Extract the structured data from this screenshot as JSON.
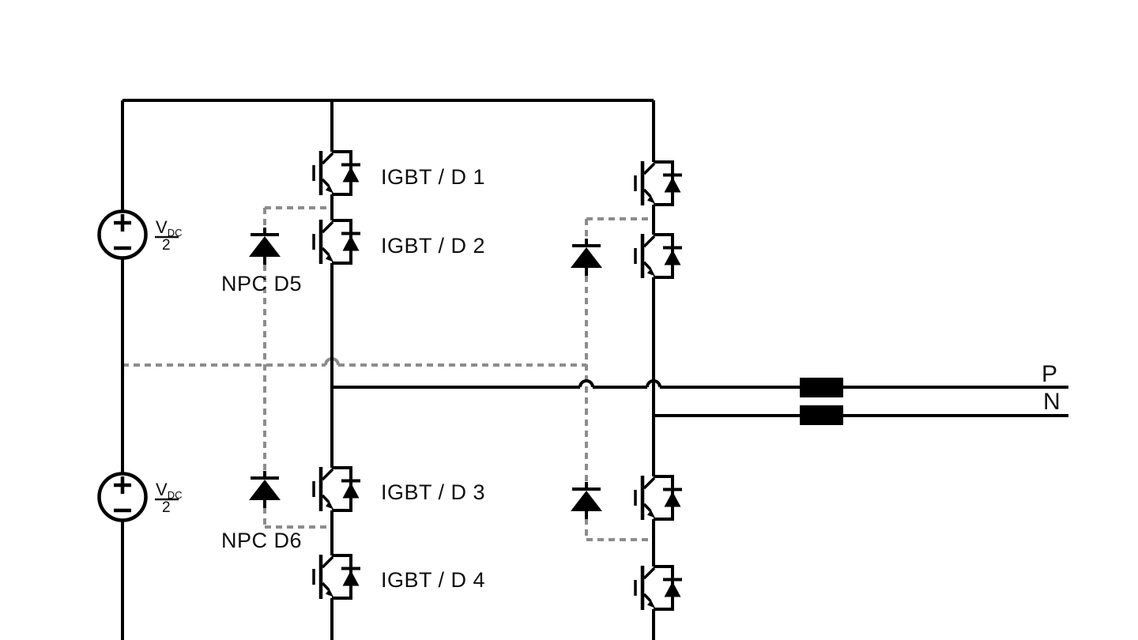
{
  "diagram": {
    "kind": "circuit-schematic",
    "switch_labels": [
      "IGBT / D 1",
      "IGBT / D 2",
      "IGBT / D 3",
      "IGBT / D 4"
    ],
    "clamp_diode_labels": [
      "NPC D5",
      "NPC D6"
    ],
    "sources": [
      {
        "numerator": "V",
        "subscript": "DC",
        "denominator": "2"
      },
      {
        "numerator": "V",
        "subscript": "DC",
        "denominator": "2"
      }
    ],
    "outputs": {
      "positive": "P",
      "negative": "N"
    },
    "colors": {
      "wire": "#000000",
      "clamp_dashed": "#8c8c8c",
      "text": "#0d0d0d",
      "background": "#ffffff"
    }
  }
}
